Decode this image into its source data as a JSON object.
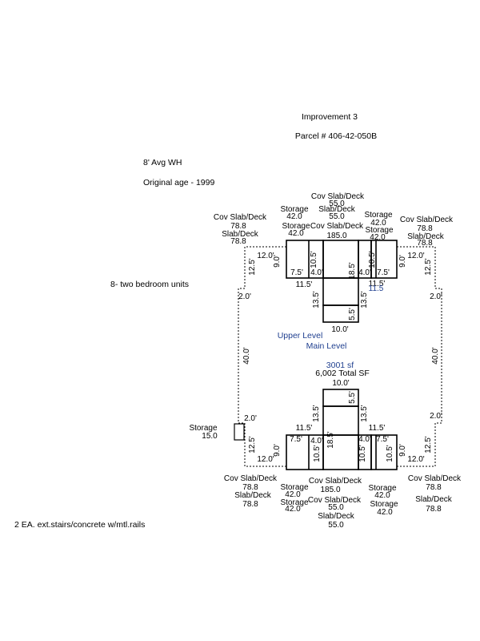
{
  "header": {
    "title": "Improvement 3",
    "parcel": "Parcel # 406-42-050B"
  },
  "notes": {
    "wall_height": "8' Avg WH",
    "original_age": "Original age - 1999",
    "units": "8- two bedroom units",
    "stairs": "2 EA. ext.stairs/concrete w/mtl.rails"
  },
  "levels": {
    "upper": "Upper Level",
    "main": "Main Level",
    "area": "3001 sf",
    "total": "6,002 Total SF"
  },
  "labels": {
    "cov_slab_deck": "Cov Slab/Deck",
    "slab_deck": "Slab/Deck",
    "storage": "Storage",
    "v_78_8": "78.8",
    "v_55": "55.0",
    "v_42": "42.0",
    "v_185": "185.0",
    "v_15": "15.0"
  },
  "dims": {
    "d12": "12.0'",
    "d12_5": "12.5'",
    "d9": "9.0'",
    "d7_5": "7.5'",
    "d10_5": "10.5'",
    "d4": "4.0'",
    "d18_5": "18.5'",
    "d11_5": "11.5'",
    "d13_5": "13.5'",
    "d5_5": "5.5'",
    "d10": "10.0'",
    "d2": "2.0'",
    "d40": "40.0'",
    "d11_5_alt": "11.5"
  }
}
